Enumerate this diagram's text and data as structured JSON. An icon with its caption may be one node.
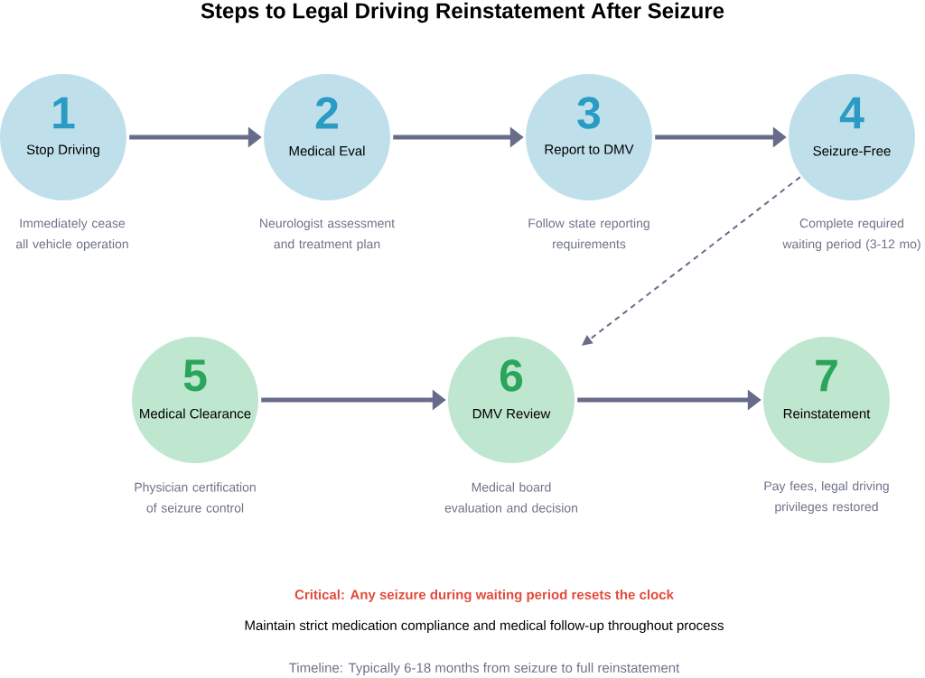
{
  "diagram": {
    "title": "Steps to Legal Driving Reinstatement After Seizure",
    "nodes": [
      {
        "text": [
          "1",
          "Stop Driving"
        ],
        "beside": [
          "Immediately cease all vehicle operation"
        ]
      },
      {
        "text": [
          "2",
          "Medical Eval"
        ],
        "beside": [
          "Neurologist assessment and treatment plan"
        ]
      },
      {
        "text": [
          "3",
          "Report to DMV"
        ],
        "beside": [
          "Follow state reporting requirements"
        ]
      },
      {
        "text": [
          "4",
          "Seizure-Free"
        ],
        "beside": [
          "Complete required waiting period (3-12 mo)"
        ]
      },
      {
        "text": [
          "5",
          "Medical Clearance"
        ],
        "beside": [
          "Physician certification of seizure control"
        ]
      },
      {
        "text": [
          "6",
          "DMV Review"
        ],
        "beside": [
          "Medical board evaluation and decision"
        ]
      },
      {
        "text": [
          "7",
          "Reinstatement"
        ],
        "beside": [
          "Pay fees, legal driving privileges restored"
        ]
      }
    ],
    "edges": [
      {
        "from": 0,
        "to": 1,
        "arrow": "to"
      },
      {
        "from": 1,
        "to": 2,
        "arrow": "to"
      },
      {
        "from": 2,
        "to": 3,
        "arrow": "to"
      },
      {
        "from": 3,
        "to": 5,
        "arrow": "to",
        "style": "dashed"
      },
      {
        "from": 4,
        "to": 5,
        "arrow": "to"
      },
      {
        "from": 5,
        "to": 6,
        "arrow": "to"
      }
    ],
    "labels": [
      "Critical: Any seizure during waiting period resets the clock",
      "Maintain strict medication compliance and medical follow-up throughout process",
      "Timeline: Typically 6-18 months from seizure to full reinstatement"
    ]
  }
}
